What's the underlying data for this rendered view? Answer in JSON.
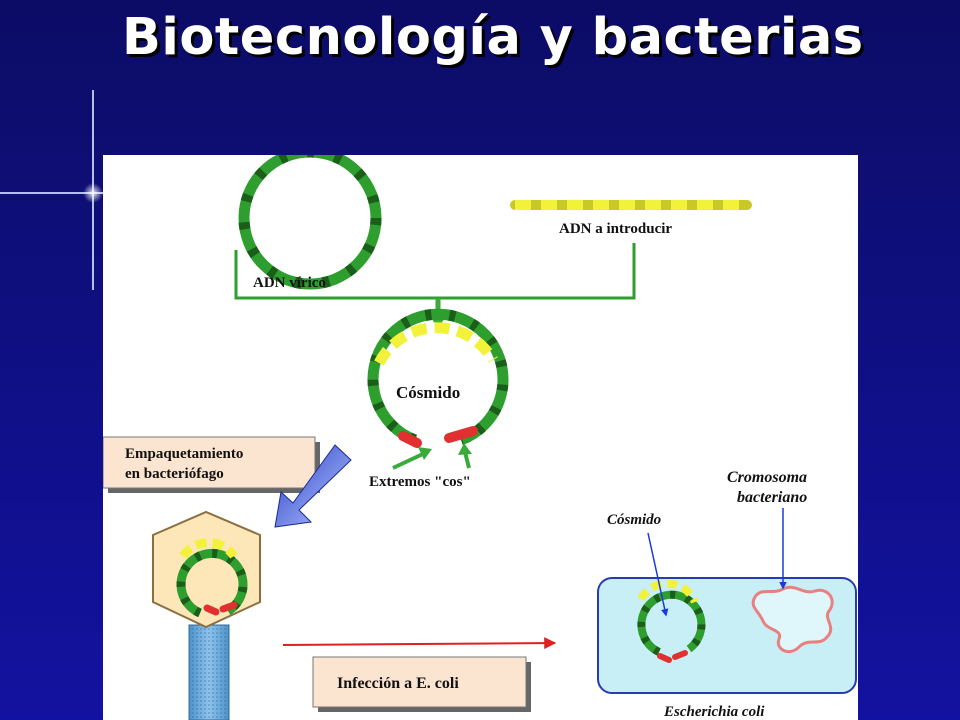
{
  "title": "Biotecnología y bacterias",
  "diagram": {
    "viral_dna": "ADN vírico",
    "dna_to_insert": "ADN a introducir",
    "cosmid": "Cósmido",
    "cos_ends": "Extremos \"cos\"",
    "packaging_line1": "Empaquetamiento",
    "packaging_line2": "en bacteriófago",
    "cosmid_small": "Cósmido",
    "chromosome_line1": "Cromosoma",
    "chromosome_line2": "bacteriano",
    "infection": "Infección a E. coli",
    "bacterium": "Escherichia coli"
  },
  "colors": {
    "background": "#10108a",
    "dna_green": "#2e9e2e",
    "dna_dark": "#1a5e1a",
    "insert_yellow": "#e8e82a",
    "cos_red": "#e03030",
    "arrow_blue": "#3a5fd0",
    "cell_fill": "#c8eef6"
  }
}
